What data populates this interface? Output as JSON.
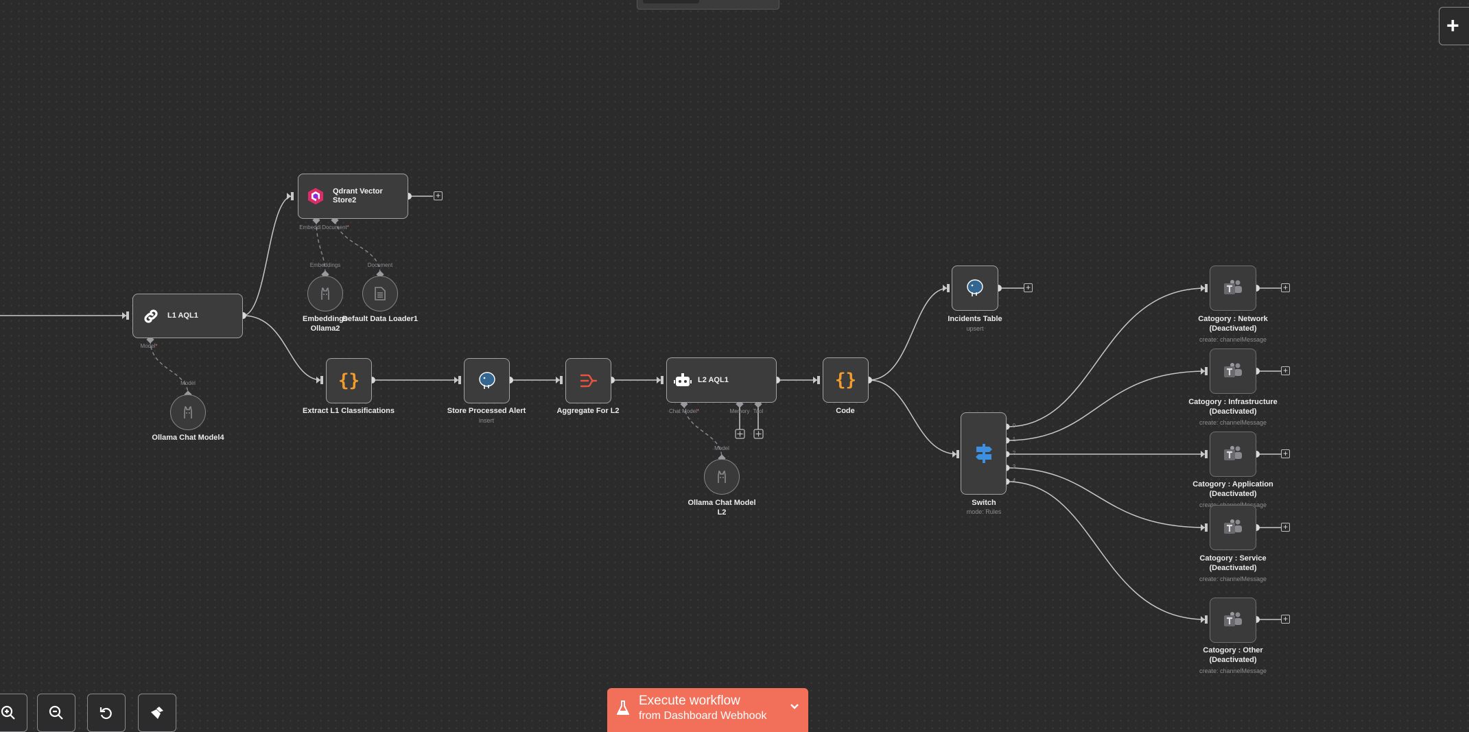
{
  "canvas": {
    "nodes": {
      "qdrant": {
        "title": "Qdrant Vector Store2",
        "title_l1": "Qdrant Vector",
        "title_l2": "Store2"
      },
      "l1aql": {
        "title": "L1 AQL1"
      },
      "extract": {
        "label": "Extract L1 Classifications"
      },
      "store": {
        "label": "Store Processed Alert",
        "subtitle": "insert"
      },
      "aggregate": {
        "label": "Aggregate For L2"
      },
      "l2aql": {
        "title": "L2 AQL1"
      },
      "code": {
        "label": "Code"
      },
      "incidents": {
        "label": "Incidents Table",
        "subtitle": "upsert"
      },
      "switch": {
        "label": "Switch",
        "subtitle": "mode: Rules",
        "outputs": [
          "0",
          "1",
          "2",
          "3",
          "4"
        ]
      },
      "embeddings": {
        "label_l1": "Embeddings",
        "label_l2": "Ollama2"
      },
      "loader": {
        "label": "Default Data Loader1"
      },
      "ollama4": {
        "label": "Ollama Chat Model4"
      },
      "ollamaL2": {
        "label_l1": "Ollama Chat Model",
        "label_l2": "L2"
      },
      "teams": [
        {
          "label_l1": "Catogory : Network",
          "label_l2": "(Deactivated)",
          "subtitle": "create: channelMessage"
        },
        {
          "label_l1": "Catogory : Infrastructure",
          "label_l2": "(Deactivated)",
          "subtitle": "create: channelMessage"
        },
        {
          "label_l1": "Catogory : Application",
          "label_l2": "(Deactivated)",
          "subtitle": "create: channelMessage"
        },
        {
          "label_l1": "Catogory : Service",
          "label_l2": "(Deactivated)",
          "subtitle": "create: channelMessage"
        },
        {
          "label_l1": "Catogory : Other",
          "label_l2": "(Deactivated)",
          "subtitle": "create: channelMessage"
        }
      ]
    },
    "port_labels": {
      "qdrant_embed": "Embeddi",
      "qdrant_doc": "Document",
      "embeddings_top": "Embeddings",
      "loader_top": "Document",
      "l1_model": "Model",
      "ollama4_top": "Model",
      "l2_chat": "Chat Model",
      "l2_memory": "Memory",
      "l2_tool": "Tool",
      "ollamaL2_top": "Model"
    },
    "required_mark": "*",
    "add_glyph": "+"
  },
  "controls": {
    "add_node_glyph": "+",
    "zoom_in_icon": "zoom-in-icon",
    "zoom_out_icon": "zoom-out-icon",
    "reset_icon": "reset-icon",
    "tidy_icon": "tidy-up-icon"
  },
  "execute": {
    "line1": "Execute workflow",
    "line2": "from Dashboard Webhook"
  },
  "colors": {
    "accent": "#f26f5a",
    "code_orange": "#f29c2e",
    "aggregate_red": "#e9543f",
    "switch_blue": "#3d8fe0"
  }
}
